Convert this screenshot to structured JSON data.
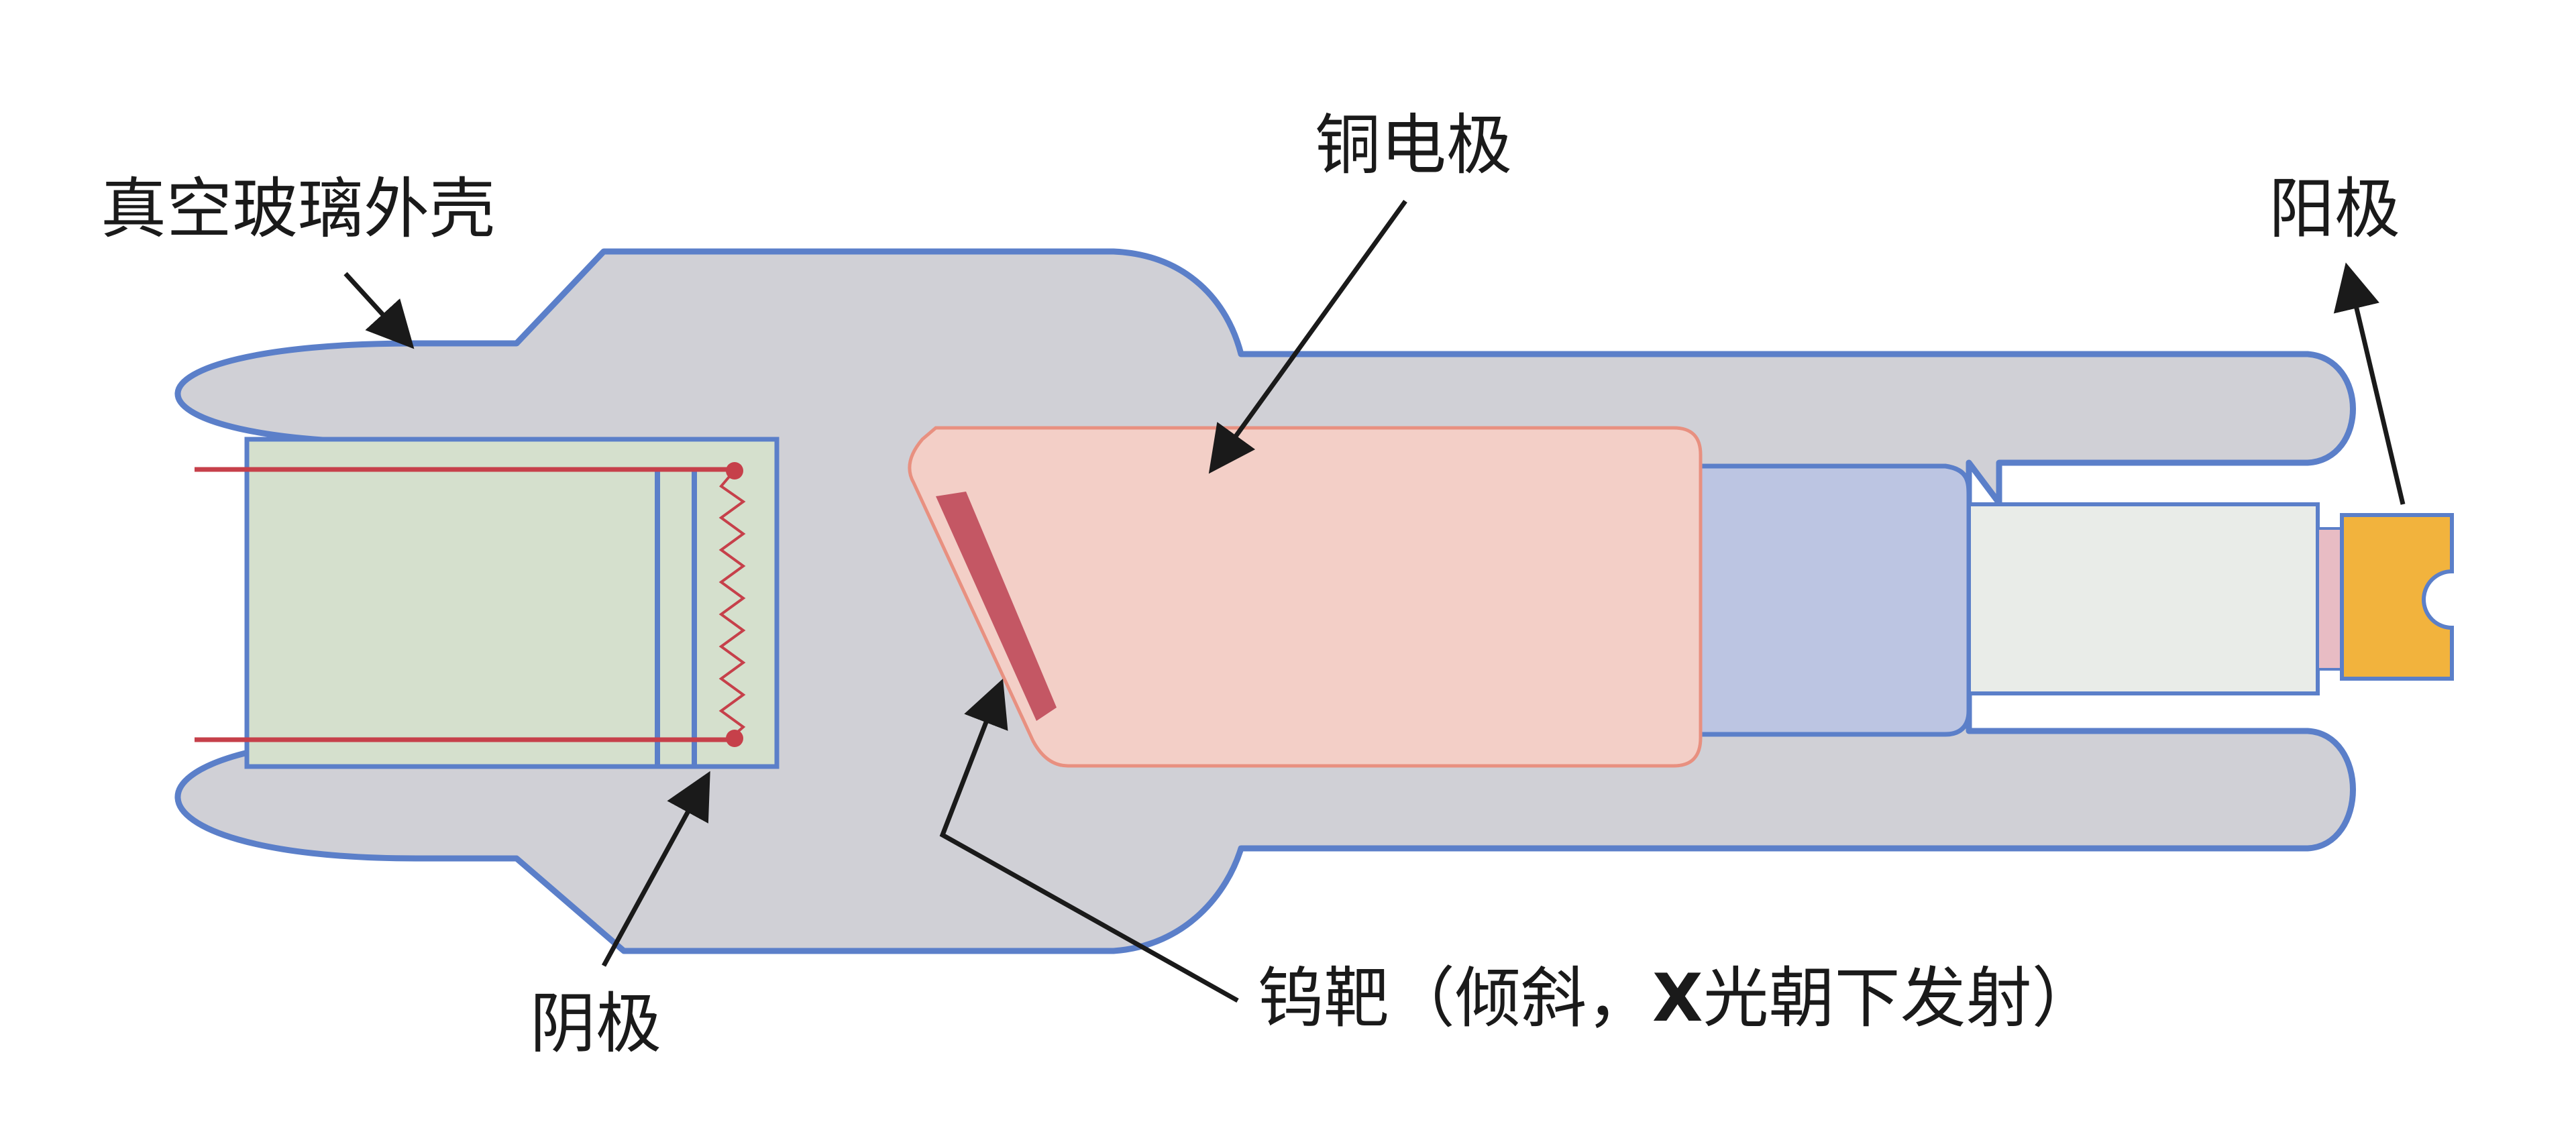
{
  "labels": {
    "vacuum_glass_shell": "真空玻璃外壳",
    "copper_electrode": "铜电极",
    "anode": "阳极",
    "cathode": "阴极",
    "tungsten_target_prefix": "钨靶（倾斜，",
    "tungsten_target_x": "X",
    "tungsten_target_suffix": "光朝下发射）"
  },
  "colors": {
    "glass_fill": "#d0d0d6",
    "glass_outline": "#5b7fc9",
    "cathode_fill": "#d5e0cd",
    "copper_fill": "#f3cfc7",
    "copper_outline": "#e89080",
    "tungsten_fill": "#c45764",
    "filament": "#c6404a",
    "anode_connector_fill": "#bcc5e2",
    "anode_rod_fill": "#e9ece8",
    "anode_cap_fill": "#f2b33d",
    "anode_ring_fill": "#e8bcc4"
  }
}
